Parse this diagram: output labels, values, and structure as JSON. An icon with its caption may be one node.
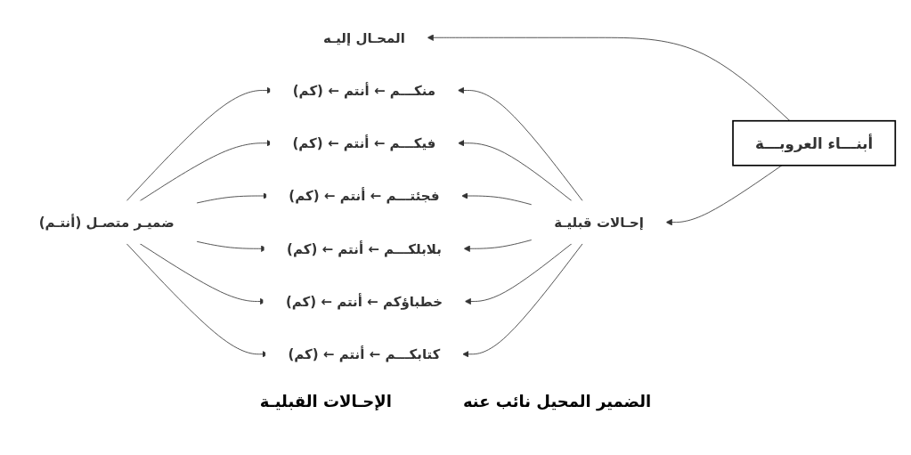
{
  "diagram": {
    "nodes": [
      {
        "text": [
          "أبنـــاء العروبـــة"
        ]
      },
      {
        "text": [
          "إحـالات قبليـة"
        ]
      },
      {
        "text": [
          "المحـال إليـه"
        ]
      },
      {
        "text": [
          "منكـــم ← أنتم ← (كم)"
        ]
      },
      {
        "text": [
          "فيكـــم ← أنتم ← (كم)"
        ]
      },
      {
        "text": [
          "فجئتـــم ← أنتم ← (كم)"
        ]
      },
      {
        "text": [
          "بلابلكـــم ← أنتم ← (كم)"
        ]
      },
      {
        "text": [
          "خطباؤكم ← أنتم ← (كم)"
        ]
      },
      {
        "text": [
          "كتابكـــم ← أنتم ← (كم)"
        ]
      },
      {
        "text": [
          "ضميـر متصـل (أنتـم)"
        ]
      }
    ],
    "edges": [
      {
        "from": 0,
        "to": 1,
        "arrow": "to"
      },
      {
        "from": 0,
        "to": 2,
        "arrow": "to"
      },
      {
        "from": 1,
        "to": 3,
        "arrow": "to"
      },
      {
        "from": 1,
        "to": 4,
        "arrow": "to"
      },
      {
        "from": 1,
        "to": 5,
        "arrow": "to"
      },
      {
        "from": 1,
        "to": 6,
        "arrow": "to"
      },
      {
        "from": 1,
        "to": 7,
        "arrow": "to"
      },
      {
        "from": 1,
        "to": 8,
        "arrow": "to"
      },
      {
        "from": 9,
        "to": 3,
        "arrow": "to"
      },
      {
        "from": 9,
        "to": 4,
        "arrow": "to"
      },
      {
        "from": 9,
        "to": 5,
        "arrow": "to"
      },
      {
        "from": 9,
        "to": 6,
        "arrow": "to"
      },
      {
        "from": 9,
        "to": 7,
        "arrow": "to"
      },
      {
        "from": 9,
        "to": 8,
        "arrow": "to"
      }
    ],
    "labels": [
      "الضمير المحيل نائب عنه",
      "الإحـالات القبليـة"
    ]
  }
}
